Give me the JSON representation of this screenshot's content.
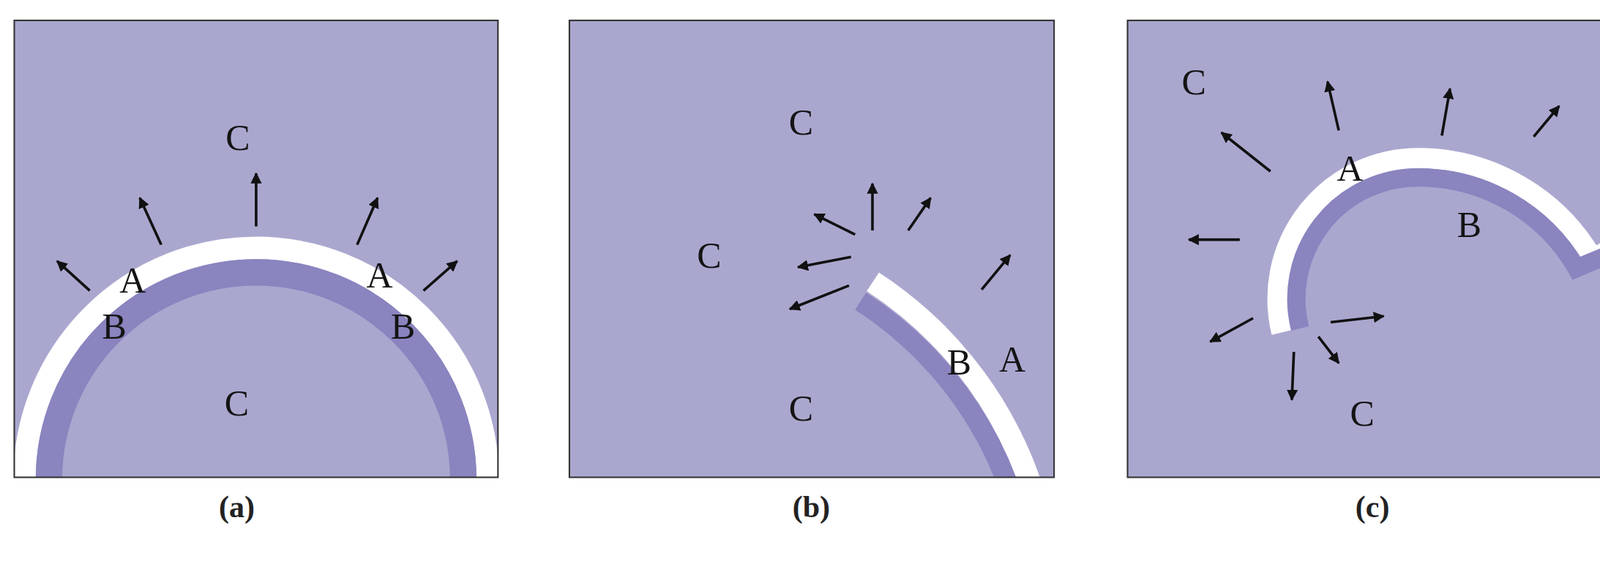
{
  "diagram": {
    "labels": [
      "C",
      "A",
      "A",
      "B",
      "B",
      "C",
      "(a)",
      "C",
      "C",
      "C",
      "B",
      "A",
      "(b)",
      "C",
      "A",
      "B",
      "C",
      "(c)"
    ]
  }
}
